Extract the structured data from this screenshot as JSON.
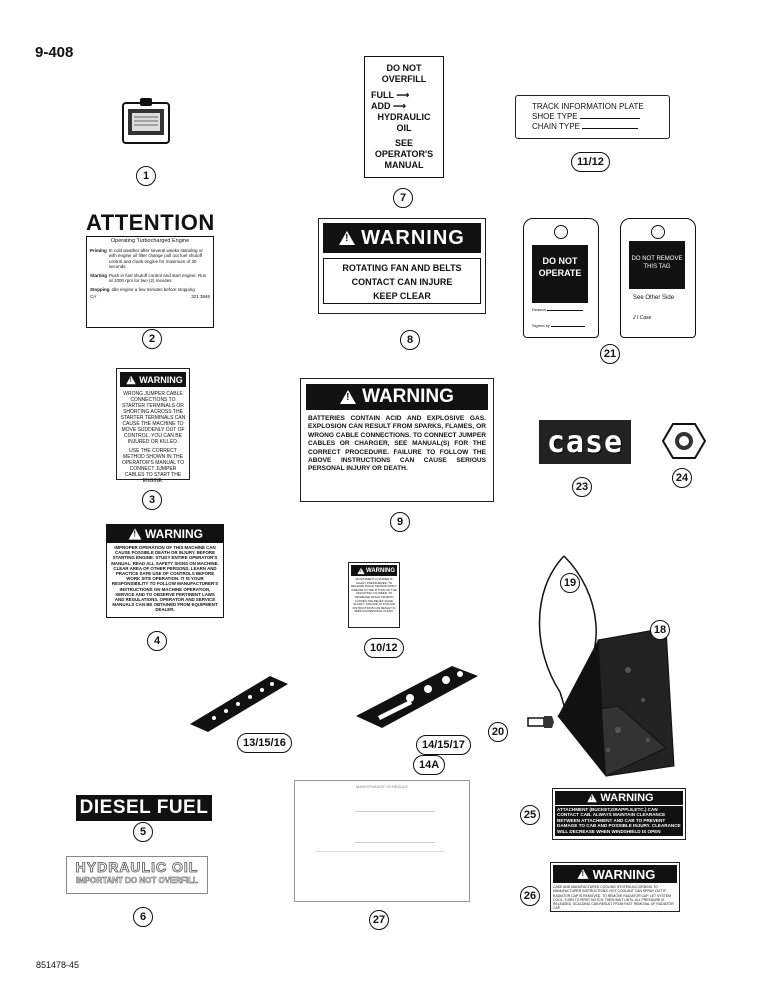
{
  "page_number": "9-408",
  "part_code": "851478-45",
  "callouts": {
    "c1": "1",
    "c2": "2",
    "c3": "3",
    "c4": "4",
    "c5": "5",
    "c6": "6",
    "c7": "7",
    "c8": "8",
    "c9": "9",
    "c10_12": "10/12",
    "c11_12": "11/12",
    "c13_15_16": "13/15/16",
    "c14_15_17": "14/15/17",
    "c14a": "14A",
    "c18": "18",
    "c19": "19",
    "c20": "20",
    "c21": "21",
    "c23": "23",
    "c24": "24",
    "c25": "25",
    "c26": "26",
    "c27": "27"
  },
  "decal7": {
    "line1": "DO NOT",
    "line2": "OVERFILL",
    "full": "FULL",
    "add": "ADD",
    "line3": "HYDRAULIC",
    "line4": "OIL",
    "line5": "SEE",
    "line6": "OPERATOR'S",
    "line7": "MANUAL"
  },
  "plate11": {
    "title": "TRACK INFORMATION PLATE",
    "shoe": "SHOE TYPE",
    "chain": "CHAIN TYPE"
  },
  "decal2": {
    "header": "ATTENTION",
    "sub": "Operating Turbocharged Engine",
    "priming_label": "Priming",
    "priming_text": "In cold weather after several weeks standing or with engine oil filter change pull out fuel shutoff control and crank engine for maximum of 30 seconds",
    "starting_label": "Starting",
    "starting_text": "Push in fuel shutoff control and start engine. Run at 1000 rpm for two (2) minutes",
    "stopping_label": "Stopping",
    "stopping_text": "Idle engine a few minutes before stopping",
    "footer_left": "CA",
    "footer_right": "321 3846"
  },
  "decal8": {
    "header": "WARNING",
    "l1": "ROTATING FAN AND BELTS",
    "l2": "CONTACT CAN INJURE",
    "l3": "KEEP CLEAR"
  },
  "tag21": {
    "front": "DO NOT OPERATE",
    "reason": "Reason",
    "signed": "Signed by",
    "back": "DO NOT REMOVE THIS TAG",
    "see_other": "See Other Side",
    "brand": "J I Case"
  },
  "decal3": {
    "header": "WARNING",
    "body": "WRONG JUMPER CABLE CONNECTIONS TO STARTER TERMINALS OR SHORTING ACROSS THE STARTER TERMINALS CAN CAUSE THE MACHINE TO MOVE SUDDENLY OUT OF CONTROL. YOU CAN BE INJURED OR KILLED.",
    "body2": "USE THE CORRECT METHOD SHOWN IN THE OPERATOR'S MANUAL TO CONNECT JUMPER CABLES TO START THE ENGINE."
  },
  "decal9": {
    "header": "WARNING",
    "body": "BATTERIES CONTAIN ACID AND EXPLOSIVE GAS. EXPLOSION CAN RESULT FROM SPARKS, FLAMES, OR WRONG CABLE CONNECTIONS. TO CONNECT JUMPER CABLES OR CHARGER, SEE MANUAL(S) FOR THE CORRECT PROCEDURE. FAILURE TO FOLLOW THE ABOVE INSTRUCTIONS CAN CAUSE SERIOUS PERSONAL INJURY OR DEATH."
  },
  "decal23": {
    "text": "case"
  },
  "decal4": {
    "header": "WARNING",
    "body": "IMPROPER OPERATION OF THIS MACHINE CAN CAUSE POSSIBLE DEATH OR INJURY. BEFORE STARTING ENGINE: STUDY ENTIRE OPERATOR'S MANUAL. READ ALL SAFETY SIGNS ON MACHINE. CLEAR AREA OF OTHER PERSONS. LEARN AND PRACTICE SAFE USE OF CONTROLS BEFORE WORK SITE OPERATION. IT IS YOUR RESPONSIBILITY TO FOLLOW MANUFACTURER'S INSTRUCTIONS ON MACHINE OPERATION, SERVICE AND TO OBSERVE PERTINENT LAWS AND REGULATIONS. OPERATOR AND SERVICE MANUALS CAN BE OBTAINED FROM EQUIPMENT DEALER."
  },
  "decal10": {
    "header": "WARNING",
    "body": "ADJUSTMENT CYLINDER IS HIGHLY PRESSURIZED. TO RELEASE TRACK TENSION APPLY GREASE TO THE FITTING OF THE ADJUSTING CYLINDER. TO DECREASE TRACK TENSION LOOSEN THE RELIEF VALVE SLOWLY. FAILURE TO FOLLOW INSTRUCTIONS CAN RESULT IN SERIOUS PERSONAL INJURY."
  },
  "decal5": {
    "text": "DIESEL FUEL"
  },
  "decal6": {
    "line1": "HYDRAULIC OIL",
    "line2": "IMPORTANT DO NOT OVERFILL"
  },
  "decal27": {
    "title": "MAINTENANCE SCHEDULE"
  },
  "decal25": {
    "header": "WARNING",
    "body": "ATTACHMENT (BUCKET,GRAPPLE,ETC.) CAN CONTACT CAB. ALWAYS MAINTAIN CLEARANCE BETWEEN ATTACHMENT AND CAB TO PREVENT DAMAGE TO CAB AND POSSIBLE INJURY. CLEARANCE WILL DECREASE WHEN WINDSHIELD IS OPEN"
  },
  "decal26": {
    "header": "WARNING",
    "body": "CASE AND MANUFACTURED COOLING SYSTEM ACCORDING TO MANUFACTURER INSTRUCTIONS. HOT COOLANT CAN SPRAY OUT IF RADIATOR CAP IS REMOVED. TO REMOVE RADIATOR CAP, LET SYSTEM COOL, TURN TO FIRST NOTCH, THEN WAIT UNTIL ALL PRESSURE IS RELEASED. SCALDING CAN RESULT FROM FAST REMOVAL OF RADIATOR CAP."
  }
}
